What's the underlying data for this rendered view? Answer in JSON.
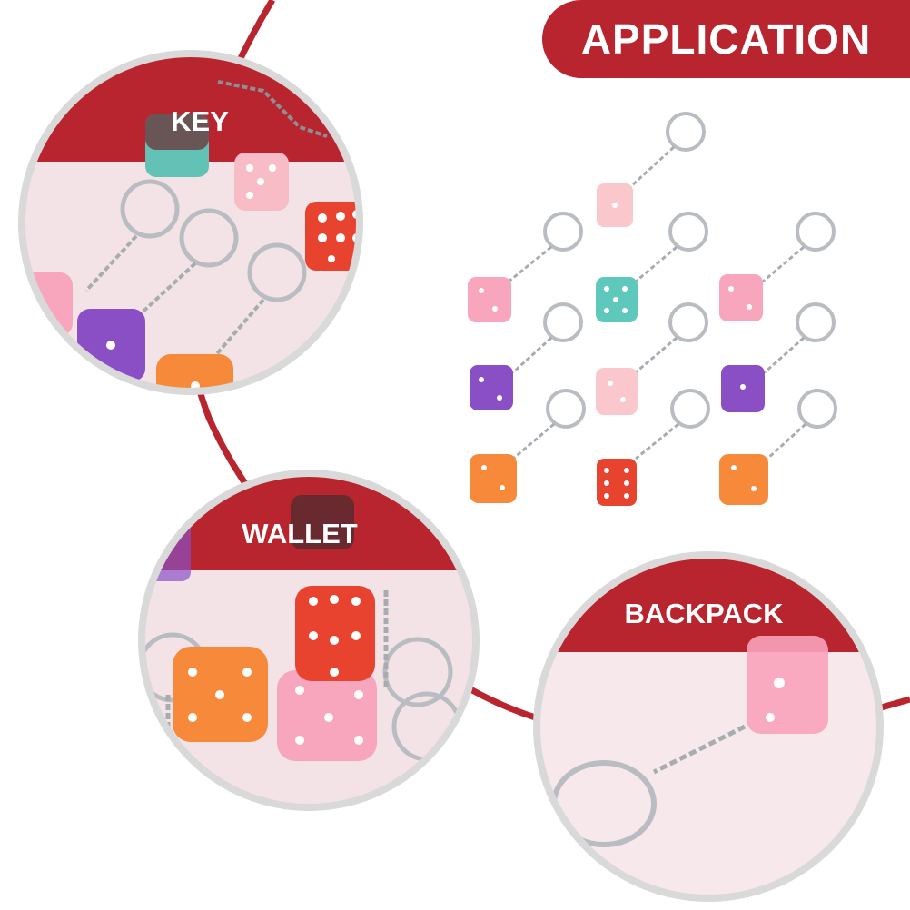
{
  "header": {
    "title": "APPLICATION"
  },
  "scenes": [
    {
      "label": "KEY"
    },
    {
      "label": "WALLET"
    },
    {
      "label": "BACKPACK"
    }
  ],
  "colors": {
    "brand_red": "#b8252e",
    "frame_gray": "#d9d9d9",
    "background_pink": "#f6e6ea",
    "dice_pink": "#f7a6bd",
    "dice_teal": "#5fc8bd",
    "dice_purple": "#8a4fc4",
    "dice_orange": "#f7893a",
    "dice_red": "#e8432e",
    "dice_light_pink": "#f9c7cc"
  }
}
